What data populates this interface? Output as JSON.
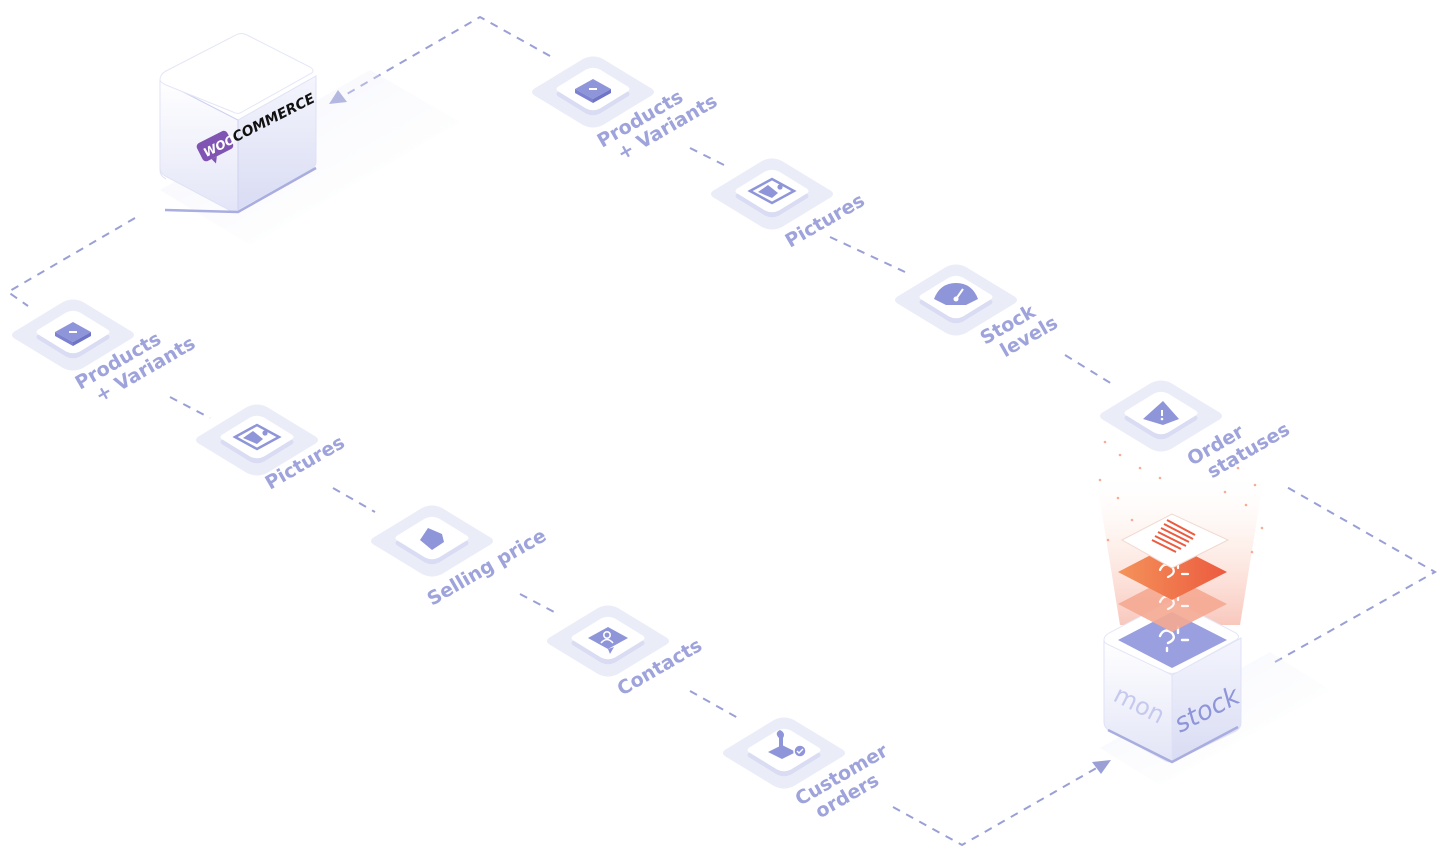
{
  "diagram": {
    "source": {
      "logo_prefix": "WOO",
      "logo_word": "COMMERCE"
    },
    "target": {
      "logo_left": "mon",
      "logo_right": "stock"
    },
    "outbound_steps": [
      {
        "id": "products",
        "label_lines": [
          "Products",
          "+ Variants"
        ],
        "icon": "box-icon"
      },
      {
        "id": "pictures",
        "label_lines": [
          "Pictures"
        ],
        "icon": "image-icon"
      },
      {
        "id": "selling-price",
        "label_lines": [
          "Selling price"
        ],
        "icon": "tag-icon"
      },
      {
        "id": "contacts",
        "label_lines": [
          "Contacts"
        ],
        "icon": "contact-icon"
      },
      {
        "id": "customer-orders",
        "label_lines": [
          "Customer",
          "orders"
        ],
        "icon": "stamp-icon"
      }
    ],
    "return_steps": [
      {
        "id": "products",
        "label_lines": [
          "Products",
          "+ Variants"
        ],
        "icon": "box-icon"
      },
      {
        "id": "pictures",
        "label_lines": [
          "Pictures"
        ],
        "icon": "image-icon"
      },
      {
        "id": "stock-levels",
        "label_lines": [
          "Stock",
          "levels"
        ],
        "icon": "gauge-icon"
      },
      {
        "id": "order-statuses",
        "label_lines": [
          "Order",
          "statuses"
        ],
        "icon": "warning-icon"
      }
    ],
    "colors": {
      "accent": "#8f95d9",
      "label": "#9ea3db",
      "line": "#9aa0d6",
      "woo_purple": "#7f54b3",
      "orange": "#f06a3a"
    }
  }
}
